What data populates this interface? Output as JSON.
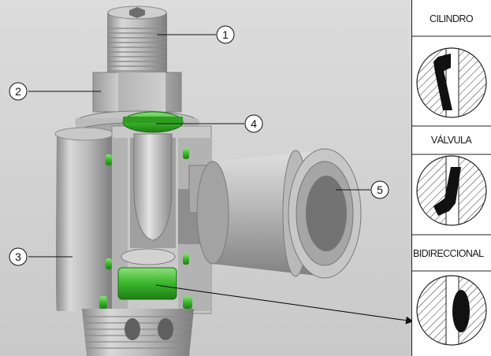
{
  "callouts": [
    {
      "number": "1"
    },
    {
      "number": "2"
    },
    {
      "number": "3"
    },
    {
      "number": "4"
    },
    {
      "number": "5"
    }
  ],
  "panels": [
    {
      "label": "CILINDRO"
    },
    {
      "label": "VÁLVULA"
    },
    {
      "label": "BIDIRECCIONAL"
    }
  ],
  "colors": {
    "metal_light": "#d6d6d6",
    "metal_mid": "#a9a9a9",
    "metal_dark": "#6f6f6f",
    "seal_green": "#3cbf2a",
    "hatch": "#333333",
    "background_left": "#d9d9d9"
  }
}
